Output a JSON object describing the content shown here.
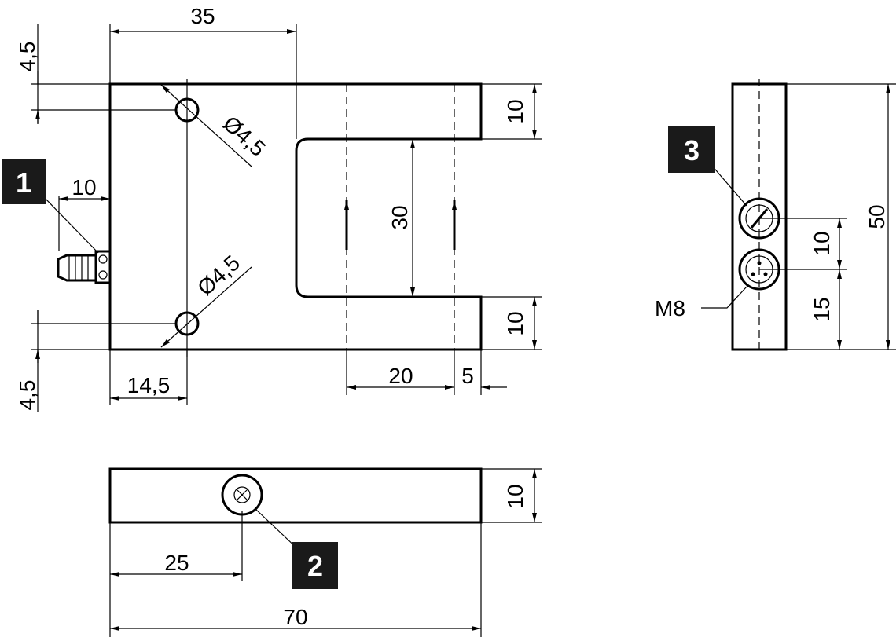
{
  "callouts": {
    "c1": "1",
    "c2": "2",
    "c3": "3"
  },
  "dimensions": {
    "top_width": "35",
    "top_offset": "4,5",
    "bottom_offset": "4,5",
    "hole_dia_top": "Ø4,5",
    "hole_dia_bottom": "Ø4,5",
    "connector_len": "10",
    "hole_x": "14,5",
    "prong_top": "10",
    "slot": "30",
    "prong_bottom": "10",
    "beam_spacing": "20",
    "beam_edge": "5",
    "side_height": "50",
    "side_conn_spacing": "10",
    "side_conn_offset": "15",
    "connector_type": "M8",
    "bottom_height": "10",
    "bottom_screw": "25",
    "total_width": "70"
  }
}
